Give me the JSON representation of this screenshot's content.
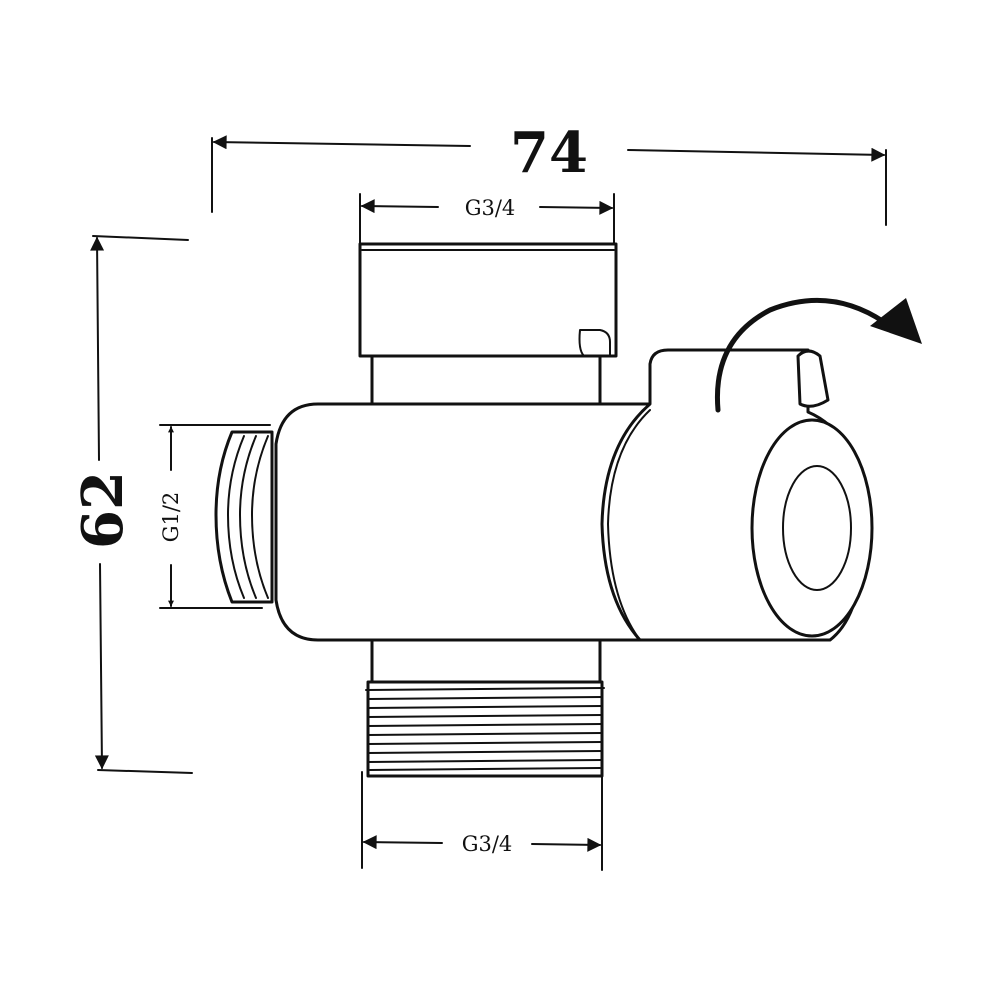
{
  "dimensions": {
    "overall_width": "74",
    "overall_height": "62",
    "top_thread": "G3/4",
    "bottom_thread": "G3/4",
    "side_thread": "G1/2"
  },
  "colors": {
    "line": "#111111",
    "background": "#ffffff"
  },
  "icons": {
    "rotation": "rotate-arrow-icon"
  }
}
